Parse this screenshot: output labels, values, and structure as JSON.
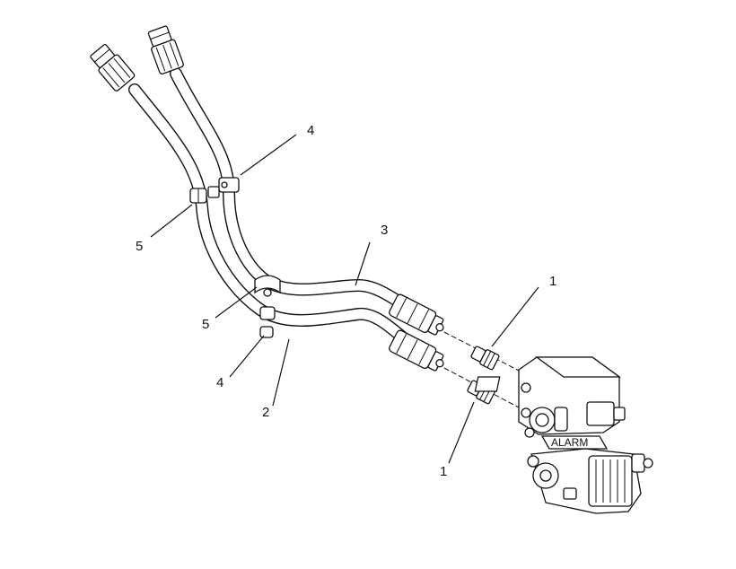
{
  "callouts": {
    "c1a": "1",
    "c1b": "1",
    "c2": "2",
    "c3": "3",
    "c4a": "4",
    "c4b": "4",
    "c5a": "5",
    "c5b": "5"
  },
  "valve_label": "ALARM"
}
